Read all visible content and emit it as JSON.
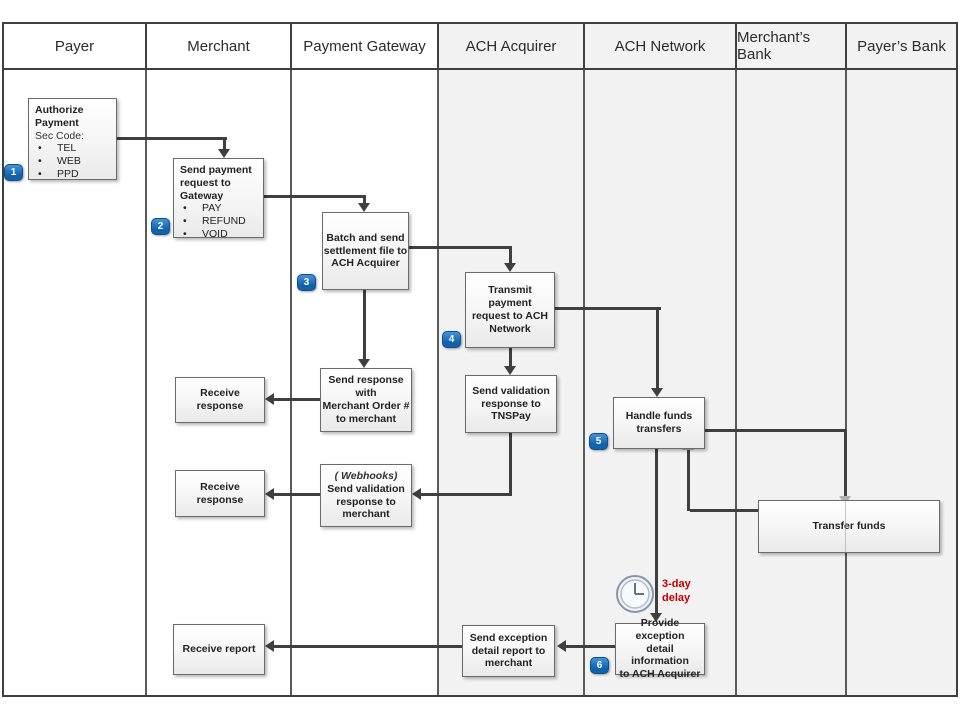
{
  "lanes": [
    {
      "label": "Payer"
    },
    {
      "label": "Merchant"
    },
    {
      "label": "Payment Gateway"
    },
    {
      "label": "ACH Acquirer"
    },
    {
      "label": "ACH Network"
    },
    {
      "label": "Merchant’s Bank"
    },
    {
      "label": "Payer’s Bank"
    }
  ],
  "steps": {
    "s1": "1",
    "s2": "2",
    "s3": "3",
    "s4": "4",
    "s5": "5",
    "s6": "6"
  },
  "boxes": {
    "authorize": {
      "title_lines": [
        "Authorize",
        "Payment"
      ],
      "subtitle": "Sec Code:",
      "bullets": [
        "TEL",
        "WEB",
        "PPD"
      ]
    },
    "send_payment_request": {
      "title_lines": [
        "Send payment",
        "request to",
        "Gateway"
      ],
      "bullets": [
        "PAY",
        "REFUND",
        "VOID"
      ]
    },
    "batch_settlement": {
      "lines": [
        "Batch and send",
        "settlement file to",
        "ACH Acquirer"
      ]
    },
    "transmit_payment": {
      "lines": [
        "Transmit payment",
        "request to ACH",
        "Network"
      ]
    },
    "send_validation_tnspay": {
      "lines": [
        "Send validation",
        "response to",
        "TNSPay"
      ]
    },
    "handle_funds": {
      "lines": [
        "Handle funds",
        "transfers"
      ]
    },
    "transfer_funds": {
      "label": "Transfer funds"
    },
    "receive_response_1": {
      "label": "Receive response"
    },
    "send_response_order": {
      "lines": [
        "Send response",
        "with",
        "Merchant Order #",
        "to merchant"
      ]
    },
    "receive_response_2": {
      "label": "Receive response"
    },
    "webhooks_validation": {
      "prefix": "( Webhooks)",
      "lines": [
        "Send validation",
        "response to",
        "merchant"
      ]
    },
    "provide_exception": {
      "lines": [
        "Provide exception",
        "detail information",
        "to ACH Acquirer"
      ]
    },
    "send_exception_report": {
      "lines": [
        "Send exception",
        "detail report to",
        "merchant"
      ]
    },
    "receive_report": {
      "label": "Receive report"
    }
  },
  "annotations": {
    "delay": "3-day delay"
  },
  "icons": {
    "delay_clock": "clock"
  },
  "colors": {
    "badge_blue": "#1261ab",
    "lane_gray": "#f2f2f2",
    "arrow_dark": "#3f3f3f",
    "arrow_gray": "#b3b3b3",
    "delay_red": "#c00000"
  }
}
